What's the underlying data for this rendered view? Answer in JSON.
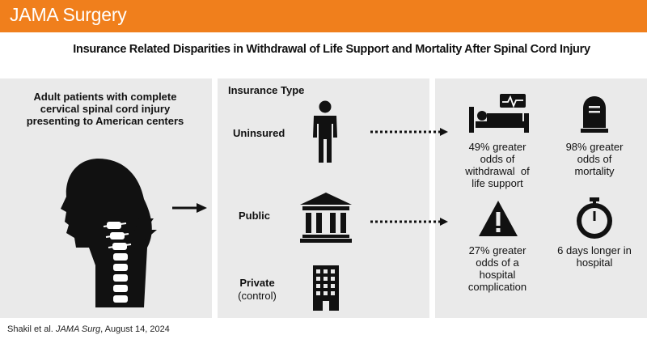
{
  "header": {
    "journal": "JAMA Surgery"
  },
  "title": "Insurance Related Disparities in Withdrawal of Life Support and Mortality After Spinal Cord Injury",
  "population": {
    "line1": "Adult patients with complete",
    "line2": "cervical spinal cord injury",
    "line3": "presenting to American centers"
  },
  "insurance": {
    "heading": "Insurance Type",
    "uninsured": "Uninsured",
    "public": "Public",
    "private": "Private",
    "private_note": "(control)"
  },
  "outcomes": {
    "withdrawal": {
      "line1": "49% greater",
      "line2": "odds of",
      "line3": "withdrawal  of",
      "line4": "life support"
    },
    "mortality": {
      "line1": "98% greater",
      "line2": "odds of",
      "line3": "mortality"
    },
    "complication": {
      "line1": "27% greater",
      "line2": "odds of a",
      "line3": "hospital",
      "line4": "complication"
    },
    "stay": {
      "line1": "6 days longer in",
      "line2": "hospital"
    }
  },
  "footer": {
    "authors": "Shakil et al.",
    "journal": "JAMA Surg",
    "date": ", August 14, 2024"
  },
  "colors": {
    "header": "#f07f1c",
    "band": "#eaeaea",
    "ink": "#111111"
  }
}
